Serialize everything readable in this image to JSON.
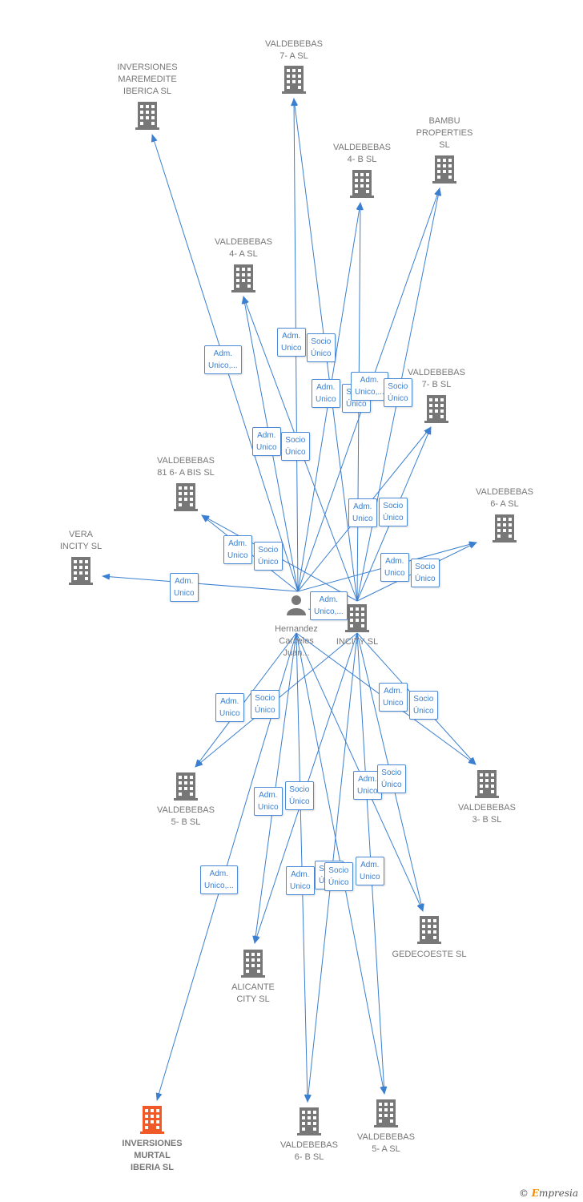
{
  "colors": {
    "edge": "#3a7fd0",
    "node": "#777777",
    "highlight": "#f05a28"
  },
  "nodes": [
    {
      "id": "maremedite",
      "type": "company",
      "label": "INVERSIONES\nMAREMEDITE\nIBERICA  SL"
    },
    {
      "id": "v7a",
      "type": "company",
      "label": "VALDEBEBAS\n7- A  SL"
    },
    {
      "id": "bambu",
      "type": "company",
      "label": "BAMBU\nPROPERTIES\nSL"
    },
    {
      "id": "v4b",
      "type": "company",
      "label": "VALDEBEBAS\n4- B  SL"
    },
    {
      "id": "v4a",
      "type": "company",
      "label": "VALDEBEBAS\n4- A  SL"
    },
    {
      "id": "v7b",
      "type": "company",
      "label": "VALDEBEBAS\n7- B  SL"
    },
    {
      "id": "v81",
      "type": "company",
      "label": "VALDEBEBAS\n81 6- A BIS  SL"
    },
    {
      "id": "v6a",
      "type": "company",
      "label": "VALDEBEBAS\n6- A  SL"
    },
    {
      "id": "vera",
      "type": "company",
      "label": "VERA\nINCITY  SL"
    },
    {
      "id": "person",
      "type": "person",
      "label": "Hernandez\nCarceles\nJuan..."
    },
    {
      "id": "incity",
      "type": "company",
      "label": "INCITY SL"
    },
    {
      "id": "v5b",
      "type": "company",
      "label": "VALDEBEBAS\n5- B  SL"
    },
    {
      "id": "v3b",
      "type": "company",
      "label": "VALDEBEBAS\n3- B  SL"
    },
    {
      "id": "gedeco",
      "type": "company",
      "label": "GEDECOESTE SL"
    },
    {
      "id": "alicante",
      "type": "company",
      "label": "ALICANTE\nCITY  SL"
    },
    {
      "id": "murtal",
      "type": "company",
      "label": "INVERSIONES\nMURTAL\nIBERIA  SL",
      "highlight": true
    },
    {
      "id": "v6b",
      "type": "company",
      "label": "VALDEBEBAS\n6- B  SL"
    },
    {
      "id": "v5a",
      "type": "company",
      "label": "VALDEBEBAS\n5- A  SL"
    }
  ],
  "edges": [
    {
      "from": "person",
      "to": "maremedite",
      "label": "Adm.\nUnico,..."
    },
    {
      "from": "person",
      "to": "v7a",
      "label": "Adm.\nUnico"
    },
    {
      "from": "incity",
      "to": "v7a",
      "label": "Socio\nÚnico"
    },
    {
      "from": "person",
      "to": "v4a",
      "label": "Adm.\nUnico"
    },
    {
      "from": "incity",
      "to": "v4a",
      "label": "Socio\nÚnico"
    },
    {
      "from": "person",
      "to": "v4b",
      "label": "Adm.\nUnico"
    },
    {
      "from": "incity",
      "to": "v4b",
      "label": "Socio\nÚnico"
    },
    {
      "from": "person",
      "to": "bambu",
      "label": "Adm.\nUnico,..."
    },
    {
      "from": "incity",
      "to": "bambu",
      "label": "Socio\nÚnico"
    },
    {
      "from": "person",
      "to": "v7b",
      "label": "Adm.\nUnico"
    },
    {
      "from": "incity",
      "to": "v7b",
      "label": "Socio\nÚnico"
    },
    {
      "from": "person",
      "to": "v81",
      "label": "Adm.\nUnico"
    },
    {
      "from": "incity",
      "to": "v81",
      "label": "Socio\nÚnico"
    },
    {
      "from": "person",
      "to": "v6a",
      "label": "Adm.\nUnico"
    },
    {
      "from": "incity",
      "to": "v6a",
      "label": "Socio\nÚnico"
    },
    {
      "from": "person",
      "to": "vera",
      "label": "Adm.\nUnico"
    },
    {
      "from": "person",
      "to": "incity",
      "label": "Adm.\nUnico,..."
    },
    {
      "from": "person",
      "to": "v5b",
      "label": "Adm.\nUnico"
    },
    {
      "from": "incity",
      "to": "v5b",
      "label": "Socio\nÚnico"
    },
    {
      "from": "person",
      "to": "v3b",
      "label": "Adm.\nUnico"
    },
    {
      "from": "incity",
      "to": "v3b",
      "label": "Socio\nÚnico"
    },
    {
      "from": "person",
      "to": "gedeco",
      "label": "Adm.\nUnico"
    },
    {
      "from": "incity",
      "to": "gedeco",
      "label": "Socio\nÚnico"
    },
    {
      "from": "person",
      "to": "alicante",
      "label": "Adm.\nUnico"
    },
    {
      "from": "incity",
      "to": "alicante",
      "label": "Socio\nÚnico"
    },
    {
      "from": "person",
      "to": "murtal",
      "label": "Adm.\nUnico,..."
    },
    {
      "from": "person",
      "to": "v6b",
      "label": "Adm.\nUnico"
    },
    {
      "from": "incity",
      "to": "v6b",
      "label": "Socio\nÚnico"
    },
    {
      "from": "person",
      "to": "v5a",
      "label": "Adm.\nUnico"
    },
    {
      "from": "incity",
      "to": "v5a",
      "label": "Socio\nÚnico"
    }
  ],
  "watermark": {
    "copyright": "©",
    "brand_initial": "E",
    "brand_rest": "mpresia"
  }
}
